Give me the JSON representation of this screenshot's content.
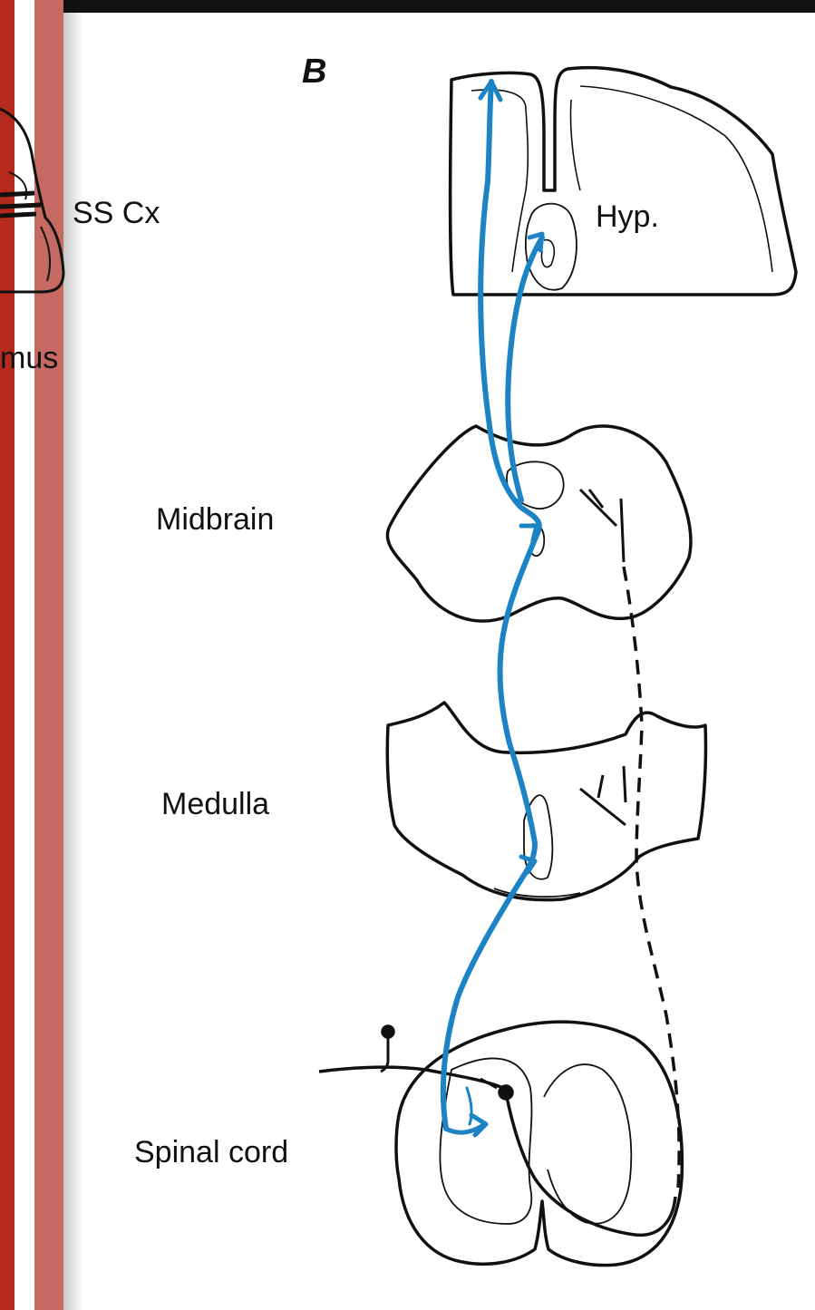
{
  "panel_letter": "B",
  "labels": {
    "ss_cx": "SS Cx",
    "thalamus_fragment": "mus",
    "hyp": "Hyp.",
    "midbrain": "Midbrain",
    "medulla": "Medulla",
    "spinal_cord": "Spinal cord"
  },
  "colors": {
    "pathway_blue": "#1c83c5",
    "outline": "#111111",
    "band_red": "#b42a1c",
    "band_pink": "#c46a63",
    "top_rule": "#111111"
  }
}
